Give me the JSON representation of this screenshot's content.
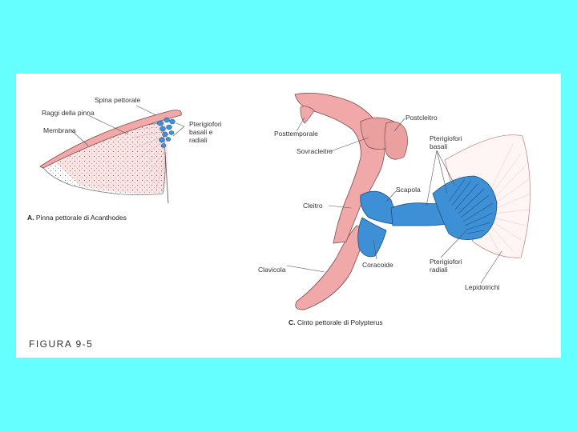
{
  "figure": {
    "number": "FIGURA 9-5",
    "panel_a": {
      "caption_letter": "A.",
      "caption_text": "Pinna pettorale di Acanthodes",
      "labels": {
        "spina": "Spina pettorale",
        "raggi": "Raggi della pinna",
        "membrana": "Membrana",
        "pterigiofori_1": "Pterigiofori",
        "pterigiofori_2": "basali e",
        "pterigiofori_3": "radiali"
      }
    },
    "panel_c": {
      "caption_letter": "C.",
      "caption_text": "Cinto pettorale di Polypterus",
      "labels": {
        "postcleitro": "Postcleitro",
        "posttemporale": "Posttemporale",
        "sovracleitro": "Sovracleitro",
        "pter_basali_1": "Pterigiofori",
        "pter_basali_2": "basali",
        "scapola": "Scapola",
        "cleitro": "Cleitro",
        "coracoide": "Coracoide",
        "clavicola": "Clavicola",
        "pter_radiali_1": "Pterigiofori",
        "pter_radiali_2": "radiali",
        "lepidotrichi": "Lepidotrichi"
      }
    },
    "colors": {
      "background": "#66ffff",
      "bone_pink": "#f0a8a8",
      "cartilage_blue": "#3d8fd6",
      "outline": "#7a4a4a"
    }
  }
}
